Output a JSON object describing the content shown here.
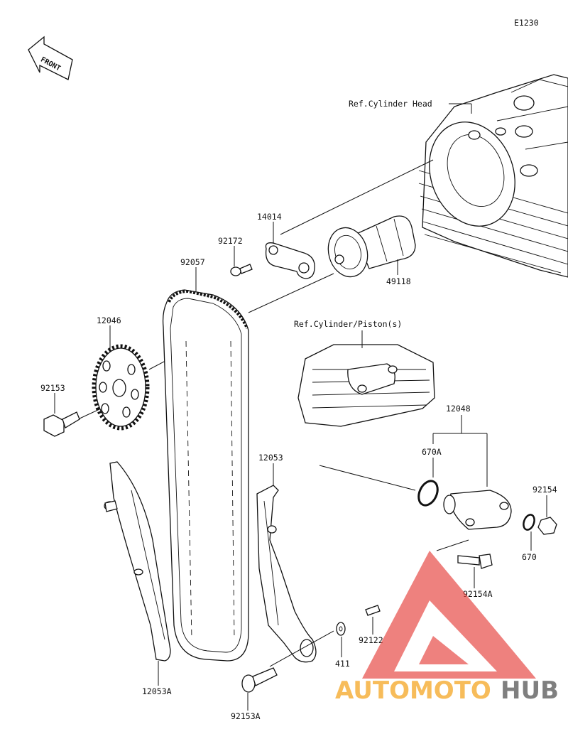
{
  "diagram_code": "E1230",
  "front_label": "FRONT",
  "refs": {
    "cylinder_head": "Ref.Cylinder Head",
    "cylinder_piston": "Ref.Cylinder/Piston(s)"
  },
  "parts": {
    "p14014": "14014",
    "p92172": "92172",
    "p92057": "92057",
    "p49118": "49118",
    "p12046": "12046",
    "p92153": "92153",
    "p12048": "12048",
    "p670A": "670A",
    "p12053": "12053",
    "p92154": "92154",
    "p670": "670",
    "p92154A": "92154A",
    "p92122": "92122",
    "p411": "411",
    "p12053A": "12053A",
    "p92153A": "92153A"
  },
  "watermark": {
    "text_part1": "AUTOMOTO",
    "text_part2": "HUB",
    "color_red": "#e53935",
    "color_orange": "#f5a623",
    "color_grey": "#555555"
  }
}
